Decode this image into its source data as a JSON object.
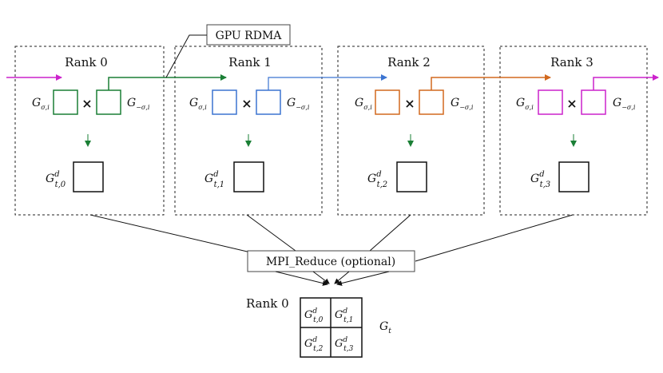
{
  "ranks": [
    {
      "title": "Rank 0",
      "color": "#1a7f35",
      "left_label": "G",
      "left_sub": "σ,i",
      "right_label": "G",
      "right_sub": "−σ,i",
      "result_main": "G",
      "result_sup": "d",
      "result_sub": "t,0"
    },
    {
      "title": "Rank 1",
      "color": "#3b74d1",
      "left_label": "G",
      "left_sub": "σ,i",
      "right_label": "G",
      "right_sub": "−σ,i",
      "result_main": "G",
      "result_sup": "d",
      "result_sub": "t,1"
    },
    {
      "title": "Rank 2",
      "color": "#d2691e",
      "left_label": "G",
      "left_sub": "σ,i",
      "right_label": "G",
      "right_sub": "−σ,i",
      "result_main": "G",
      "result_sup": "d",
      "result_sub": "t,2"
    },
    {
      "title": "Rank 3",
      "color": "#cc22cc",
      "left_label": "G",
      "left_sub": "σ,i",
      "right_label": "G",
      "right_sub": "−σ,i",
      "result_main": "G",
      "result_sup": "d",
      "result_sub": "t,3"
    }
  ],
  "times_symbol": "×",
  "callout": "GPU RDMA",
  "reduce_label": "MPI_Reduce (optional)",
  "final": {
    "rank_label": "Rank 0",
    "cells": [
      {
        "main": "G",
        "sup": "d",
        "sub": "t,0"
      },
      {
        "main": "G",
        "sup": "d",
        "sub": "t,1"
      },
      {
        "main": "G",
        "sup": "d",
        "sub": "t,2"
      },
      {
        "main": "G",
        "sup": "d",
        "sub": "t,3"
      }
    ],
    "total_main": "G",
    "total_sub": "t"
  },
  "colors": {
    "green": "#1a7f35",
    "blue": "#3b74d1",
    "orange": "#d2691e",
    "magenta": "#cc22cc"
  }
}
